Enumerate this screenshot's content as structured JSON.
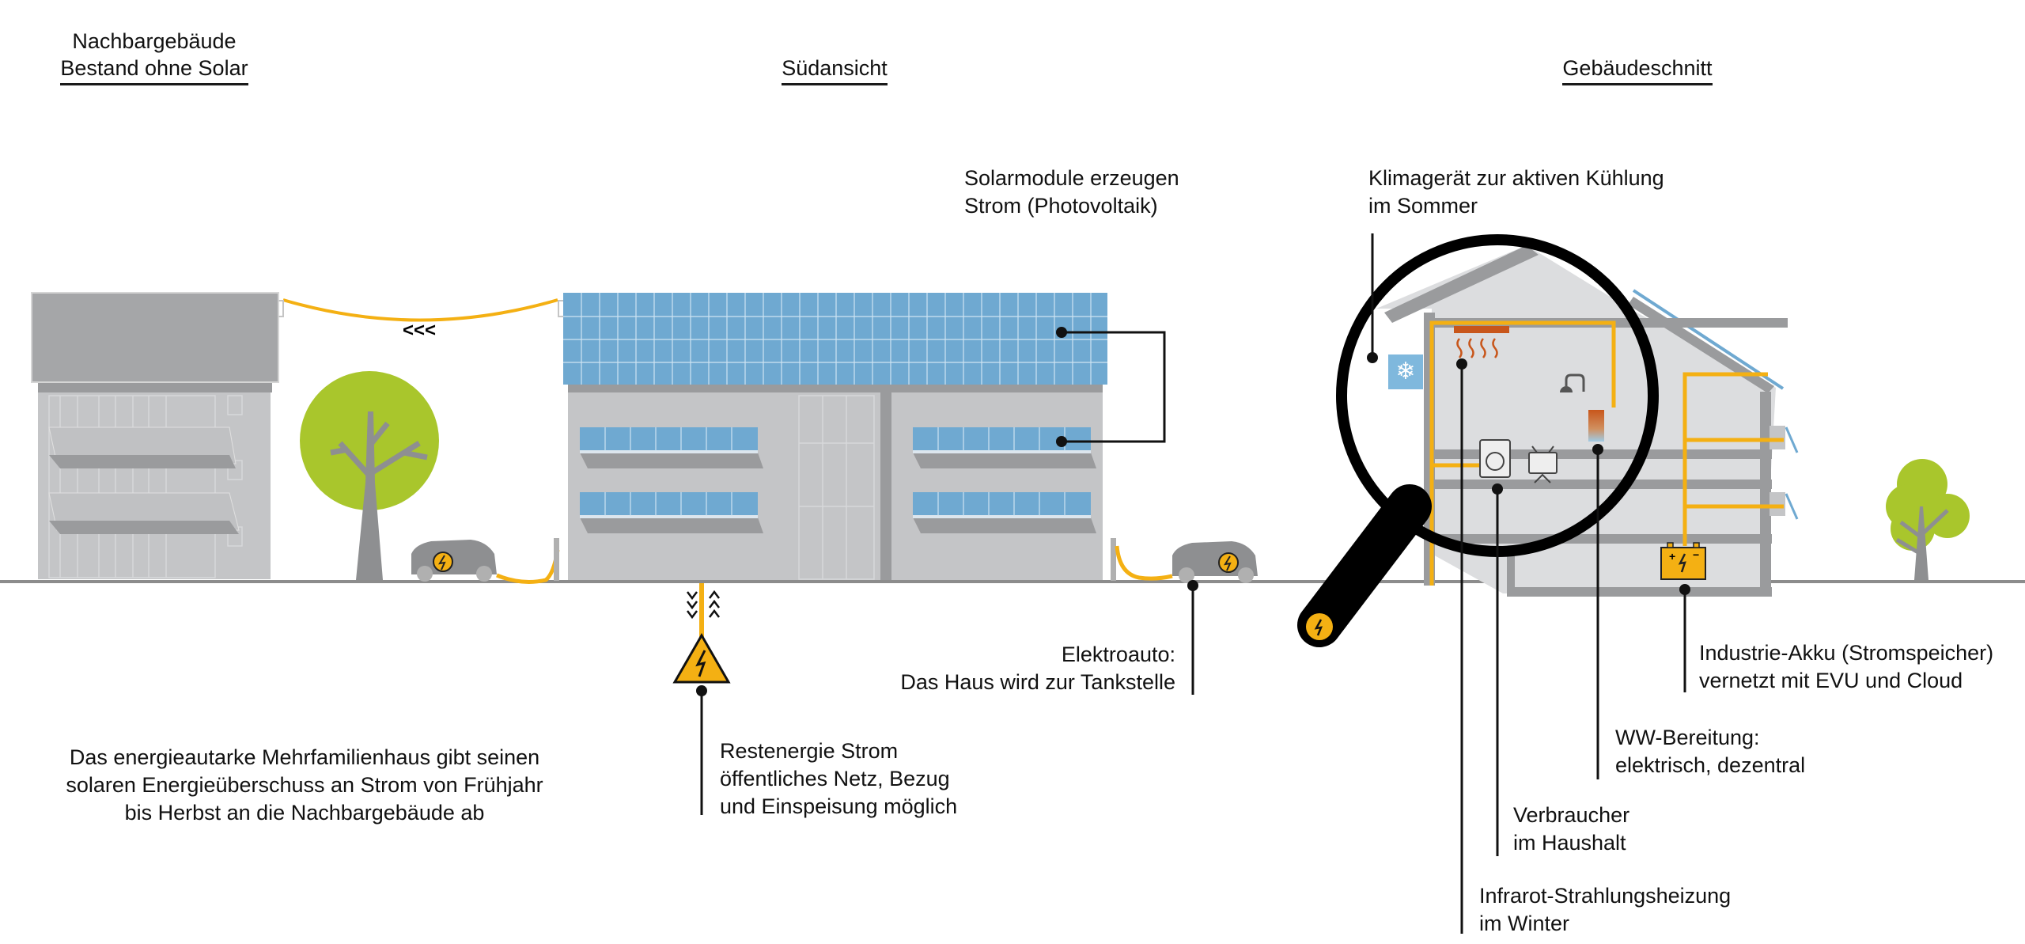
{
  "headings": {
    "neighbor": [
      "Nachbargebäude",
      "Bestand ohne Solar"
    ],
    "south_view": "Südansicht",
    "section": "Gebäudeschnitt"
  },
  "annotations": {
    "solar_modules": [
      "Solarmodule erzeugen",
      "Strom (Photovoltaik)"
    ],
    "air_conditioner": [
      "Klimagerät zur aktiven Kühlung",
      "im Sommer"
    ],
    "electric_car": [
      "Elektroauto:",
      "Das Haus wird zur Tankstelle"
    ],
    "grid": [
      "Restenergie Strom",
      "öffentliches Netz, Bezug",
      "und Einspeisung möglich"
    ],
    "battery": [
      "Industrie-Akku (Stromspeicher)",
      "vernetzt mit EVU und Cloud"
    ],
    "hot_water": [
      "WW-Bereitung:",
      "elektrisch, dezentral"
    ],
    "consumers": [
      "Verbraucher",
      "im Haushalt"
    ],
    "infrared_heating": [
      "Infrarot-Strahlungsheizung",
      "im Winter"
    ],
    "summary": [
      "Das energieautarke Mehrfamilienhaus gibt seinen",
      "solaren Energieüberschuss an Strom von Frühjahr",
      "bis Herbst an die Nachbargebäude ab"
    ]
  },
  "symbols": {
    "flow_to_neighbor": "<<<",
    "grid_down": "⌄",
    "grid_up": "⌃"
  },
  "colors": {
    "cable": "#f4b013",
    "solar": "#6fa9d1",
    "building": "#c4c5c7",
    "building_dark": "#9a9b9d",
    "tree": "#a9c62c",
    "trunk": "#8e8f91",
    "heater": "#c8561b",
    "ground": "#8c8c8c"
  }
}
